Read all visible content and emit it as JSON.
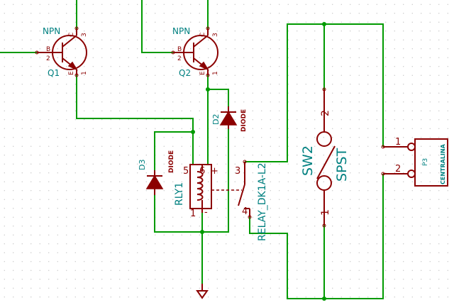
{
  "theme": {
    "wire_color": "#009a00",
    "component_color": "#8b0000",
    "label_color": "#008080",
    "background": "#ffffff"
  },
  "q1": {
    "type": "NPN",
    "ref": "Q1",
    "pin_b_letter": "B",
    "pin_c_letter": "C",
    "pin_e_letter": "E",
    "pin_b_num": "2",
    "pin_c_num": "3",
    "pin_e_num": "1"
  },
  "q2": {
    "type": "NPN",
    "ref": "Q2",
    "pin_b_letter": "B",
    "pin_c_letter": "C",
    "pin_e_letter": "E",
    "pin_b_num": "2",
    "pin_c_num": "3",
    "pin_e_num": "1"
  },
  "d2": {
    "ref": "D2",
    "value": "DIODE"
  },
  "d3": {
    "ref": "D3",
    "value": "DIODE"
  },
  "rly1": {
    "ref": "RLY1",
    "value": "RELAY_DK1A-L2",
    "pin5": "5",
    "pin6": "6",
    "pin1": "1",
    "pin3": "3",
    "pin4": "4",
    "plus": "+",
    "minus": "-"
  },
  "sw2": {
    "ref": "SW2",
    "value": "SPST",
    "pin1": "1",
    "pin2": "2"
  },
  "p3": {
    "ref": "P3",
    "value": "CENTRALINA",
    "pin1": "1",
    "pin2": "2"
  }
}
